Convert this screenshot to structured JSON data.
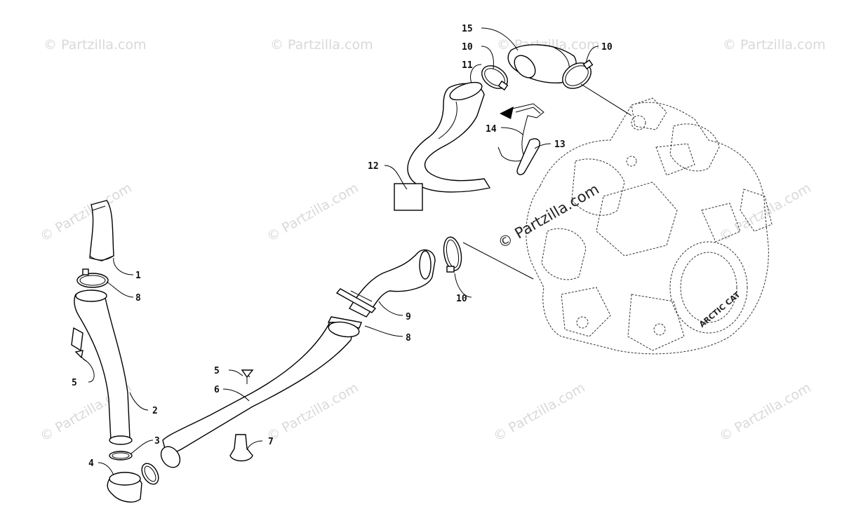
{
  "watermark": {
    "text": "© Partzilla.com",
    "center_text": "© Partzilla.com"
  },
  "engine_badge": "ARCTIC CAT",
  "callouts": [
    {
      "id": "c1",
      "label": "1"
    },
    {
      "id": "c2",
      "label": "2"
    },
    {
      "id": "c3",
      "label": "3"
    },
    {
      "id": "c4",
      "label": "4"
    },
    {
      "id": "c5a",
      "label": "5"
    },
    {
      "id": "c5b",
      "label": "5"
    },
    {
      "id": "c6",
      "label": "6"
    },
    {
      "id": "c7",
      "label": "7"
    },
    {
      "id": "c8a",
      "label": "8"
    },
    {
      "id": "c8b",
      "label": "8"
    },
    {
      "id": "c9",
      "label": "9"
    },
    {
      "id": "c10a",
      "label": "10"
    },
    {
      "id": "c10b",
      "label": "10"
    },
    {
      "id": "c10c",
      "label": "10"
    },
    {
      "id": "c11",
      "label": "11"
    },
    {
      "id": "c12",
      "label": "12"
    },
    {
      "id": "c13",
      "label": "13"
    },
    {
      "id": "c14",
      "label": "14"
    },
    {
      "id": "c15",
      "label": "15"
    }
  ]
}
